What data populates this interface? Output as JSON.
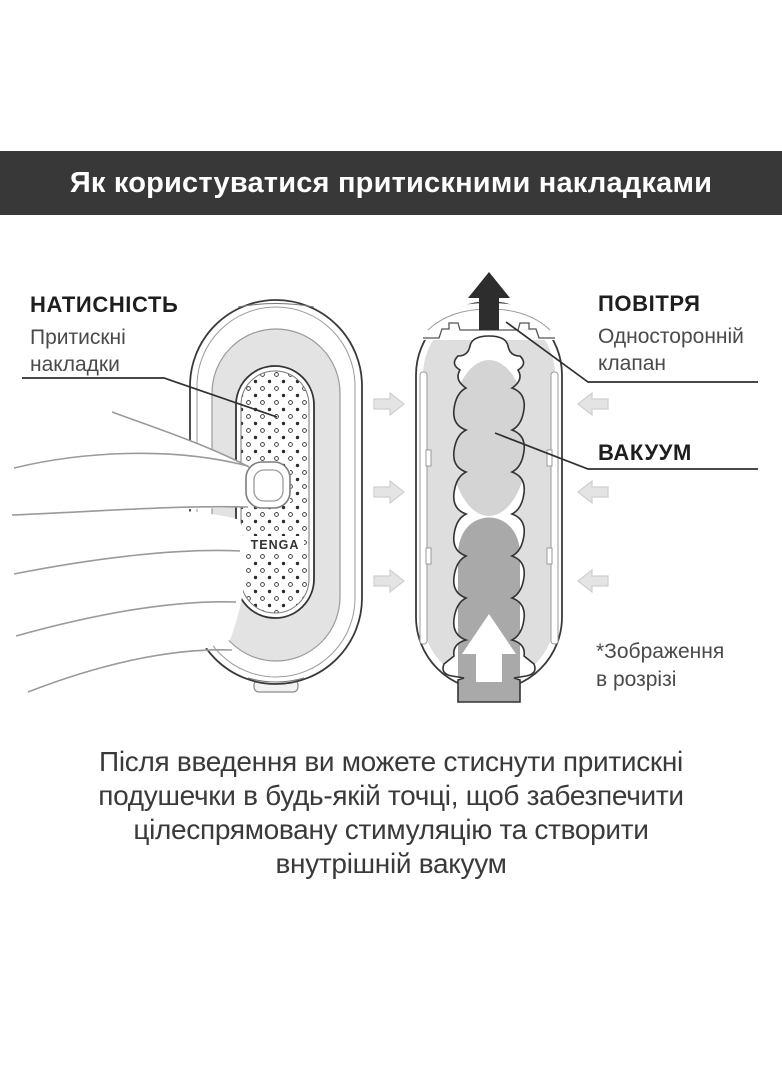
{
  "header": {
    "title": "Як користуватися притискними накладками"
  },
  "diagram": {
    "left_label": {
      "title": "НАТИСНІСТЬ",
      "lines": [
        "Притискні",
        "накладки"
      ]
    },
    "air_label": {
      "title": "ПОВІТРЯ",
      "lines": [
        "Односторонній",
        "клапан"
      ]
    },
    "vacuum_label": {
      "title": "ВАКУУМ"
    },
    "note": {
      "lines": [
        "*Зображення",
        "в розрізі"
      ]
    },
    "brand_logo": "TENGA",
    "icons": [
      "air-out-arrow-icon",
      "insertion-arrow-icon",
      "press-arrow-icon"
    ]
  },
  "footer": {
    "lines": [
      "Після введення ви можете стиснути притискні",
      "подушечки в будь-якій точці, щоб забезпечити",
      "цілеспрямовану стимуляцію та створити",
      "внутрішній вакуум"
    ]
  },
  "colors": {
    "header_bg": "#383838",
    "header_fg": "#ffffff",
    "text_dark": "#1e1e1e",
    "text_gray": "#4a4a4a",
    "press_arrow_fill": "#e4e4e4",
    "body_gray": "#e3e3e3",
    "section_gray": "#dedede",
    "vacuum_gray": "#d4d4d4",
    "insert_gray": "#a9a9a9",
    "air_arrow_black": "#2d2d2d",
    "line_dark": "#333333"
  }
}
